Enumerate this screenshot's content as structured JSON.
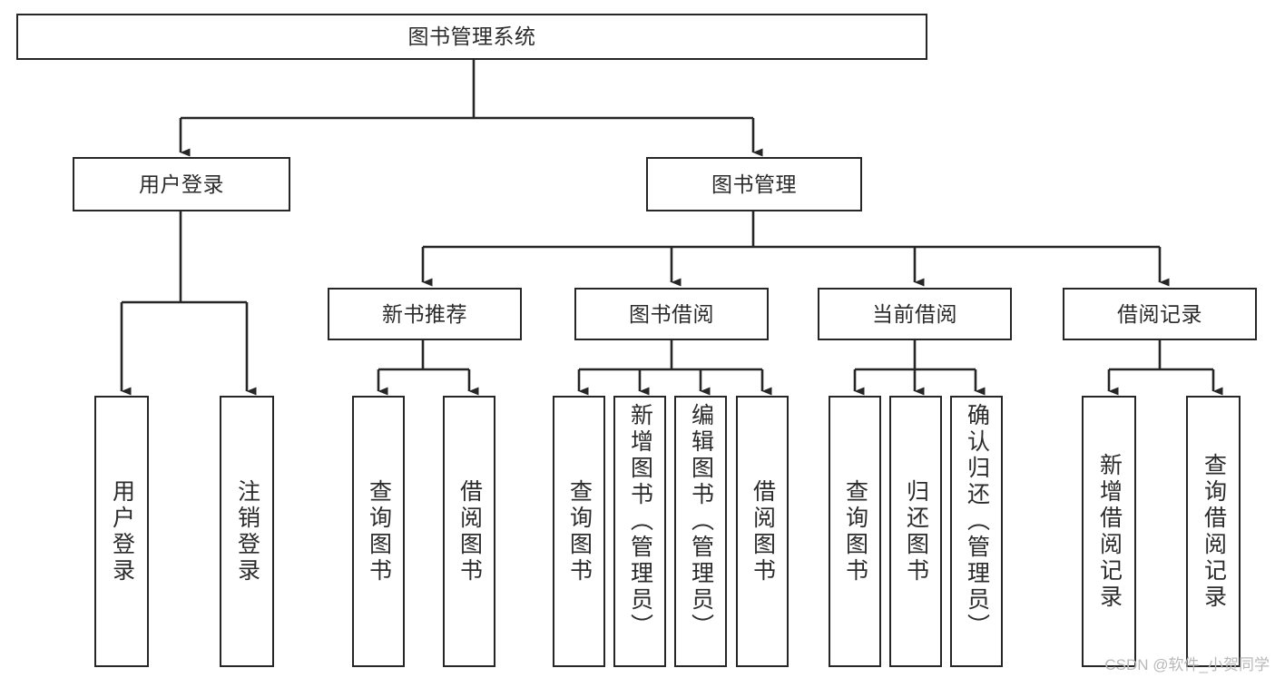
{
  "diagram": {
    "type": "tree-hierarchy-chart",
    "title": "图书管理系统",
    "orientation": "top-down",
    "colors": {
      "node_border": "#262626",
      "node_fill": "#ffffff",
      "edge": "#262626",
      "text": "#2b2b2b",
      "watermark": "#b9b9b9",
      "background": "#ffffff"
    },
    "root": {
      "id": "root",
      "label": "图书管理系统"
    },
    "level2": [
      {
        "id": "user-login",
        "label": "用户登录"
      },
      {
        "id": "book-manage",
        "label": "图书管理"
      }
    ],
    "level3": [
      {
        "id": "new-book-recommend",
        "label": "新书推荐",
        "parent": "book-manage"
      },
      {
        "id": "book-borrow",
        "label": "图书借阅",
        "parent": "book-manage"
      },
      {
        "id": "current-borrow",
        "label": "当前借阅",
        "parent": "book-manage"
      },
      {
        "id": "borrow-record",
        "label": "借阅记录",
        "parent": "book-manage"
      }
    ],
    "leaves": [
      {
        "id": "leaf-user-login",
        "label": "用户登录",
        "parent": "user-login"
      },
      {
        "id": "leaf-logout",
        "label": "注销登录",
        "parent": "user-login"
      },
      {
        "id": "leaf-query-book-1",
        "label": "查询图书",
        "parent": "new-book-recommend"
      },
      {
        "id": "leaf-borrow-book-1",
        "label": "借阅图书",
        "parent": "new-book-recommend"
      },
      {
        "id": "leaf-query-book-2",
        "label": "查询图书",
        "parent": "book-borrow"
      },
      {
        "id": "leaf-add-book",
        "label": "新增图书（管理员）",
        "parent": "book-borrow"
      },
      {
        "id": "leaf-edit-book",
        "label": "编辑图书（管理员）",
        "parent": "book-borrow"
      },
      {
        "id": "leaf-borrow-book-2",
        "label": "借阅图书",
        "parent": "book-borrow"
      },
      {
        "id": "leaf-query-book-3",
        "label": "查询图书",
        "parent": "current-borrow"
      },
      {
        "id": "leaf-return-book",
        "label": "归还图书",
        "parent": "current-borrow"
      },
      {
        "id": "leaf-confirm-return",
        "label": "确认归还（管理员）",
        "parent": "current-borrow"
      },
      {
        "id": "leaf-add-record",
        "label": "新增借阅记录",
        "parent": "borrow-record"
      },
      {
        "id": "leaf-query-record",
        "label": "查询借阅记录",
        "parent": "borrow-record"
      }
    ],
    "watermark": "CSDN @软件_小贺同学"
  }
}
